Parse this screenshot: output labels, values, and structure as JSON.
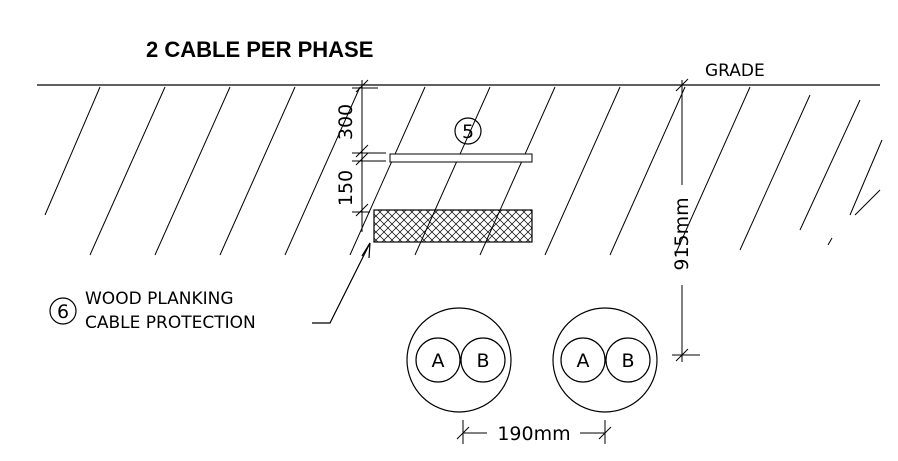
{
  "title": "2 CABLE PER PHASE",
  "grade_label": "GRADE",
  "dimensions": {
    "top_cover": "300",
    "spacing": "150",
    "depth": "915mm",
    "cable_spacing": "190mm"
  },
  "callouts": {
    "item5_number": "5",
    "item6_number": "6",
    "item6_line1": "WOOD  PLANKING",
    "item6_line2": "CABLE  PROTECTION"
  },
  "cables": [
    {
      "phase_left": "A",
      "phase_right": "B"
    },
    {
      "phase_left": "A",
      "phase_right": "B"
    }
  ]
}
